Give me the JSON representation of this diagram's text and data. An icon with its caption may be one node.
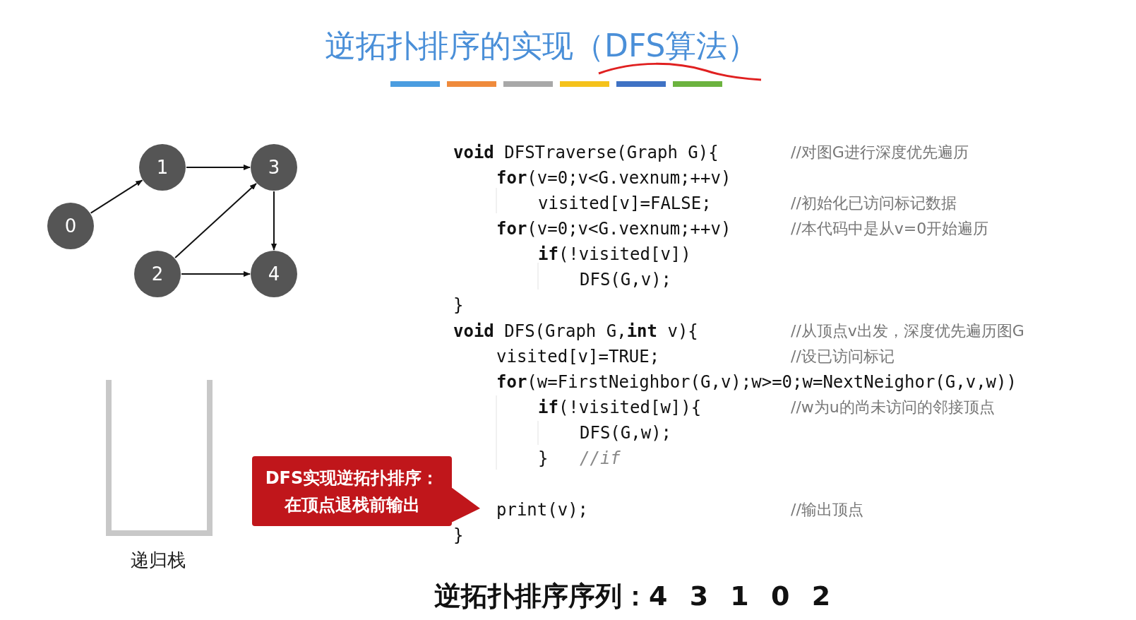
{
  "diagram": {
    "title": "逆拓扑排序的实现（DFS算法）",
    "nodes": [
      {
        "text": [
          "0"
        ]
      },
      {
        "text": [
          "1"
        ]
      },
      {
        "text": [
          "2"
        ]
      },
      {
        "text": [
          "3"
        ]
      },
      {
        "text": [
          "4"
        ]
      },
      {
        "text": [
          "DFS实现逆拓扑排序：在顶点退栈前输出"
        ]
      }
    ],
    "edges": [
      {
        "from": 0,
        "to": 1,
        "arrow": "to"
      },
      {
        "from": 1,
        "to": 3,
        "arrow": "to"
      },
      {
        "from": 2,
        "to": 3,
        "arrow": "to"
      },
      {
        "from": 2,
        "to": 4,
        "arrow": "to"
      },
      {
        "from": 3,
        "to": 4,
        "arrow": "to"
      }
    ],
    "labels": [
      "**void** DFSTraverse(Graph G){",
      "//对图G进行深度优先遍历",
      "**for**(v=0;v<G.vexnum;++v)",
      "visited[v]=FALSE;",
      "//初始化已访问标记数据",
      "**for**(v=0;v<G.vexnum;++v)",
      "//本代码中是从v=0开始遍历",
      "**if**(!visited[v])",
      "DFS(G,v);",
      "}",
      "**void** DFS(Graph G,**int** v){",
      "//从顶点v出发，深度优先遍历图G",
      "visited[v]=TRUE;",
      "//设已访问标记",
      "**for**(w=FirstNeighbor(G,v);w>=0;w=NextNeighor(G,v,w))",
      "**if**(!visited[w]){",
      "//w为u的尚未访问的邻接顶点",
      "DFS(G,w);",
      "}",
      "//if",
      "print(v);",
      "//输出顶点",
      "}",
      "递归栈",
      "逆拓扑排序序列：4 3 1 0 2"
    ]
  }
}
